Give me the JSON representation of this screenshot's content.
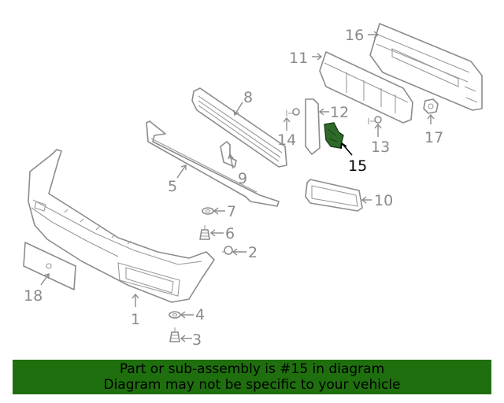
{
  "callouts": [
    {
      "id": "1",
      "label": "1"
    },
    {
      "id": "2",
      "label": "2"
    },
    {
      "id": "3",
      "label": "3"
    },
    {
      "id": "4",
      "label": "4"
    },
    {
      "id": "5",
      "label": "5"
    },
    {
      "id": "6",
      "label": "6"
    },
    {
      "id": "7",
      "label": "7"
    },
    {
      "id": "8",
      "label": "8"
    },
    {
      "id": "9",
      "label": "9"
    },
    {
      "id": "10",
      "label": "10"
    },
    {
      "id": "11",
      "label": "11"
    },
    {
      "id": "12",
      "label": "12"
    },
    {
      "id": "13",
      "label": "13"
    },
    {
      "id": "14",
      "label": "14"
    },
    {
      "id": "15",
      "label": "15"
    },
    {
      "id": "16",
      "label": "16"
    },
    {
      "id": "17",
      "label": "17"
    },
    {
      "id": "18",
      "label": "18"
    }
  ],
  "highlighted_part": "15",
  "colors": {
    "line": "#8c8c8c",
    "highlight_fill": "#2e6b2a",
    "banner_bg": "#1f6f0f",
    "banner_text": "#000000"
  },
  "banner": {
    "line1": "Part or sub-assembly is #15 in diagram",
    "line2": "Diagram may not be specific to your vehicle"
  }
}
